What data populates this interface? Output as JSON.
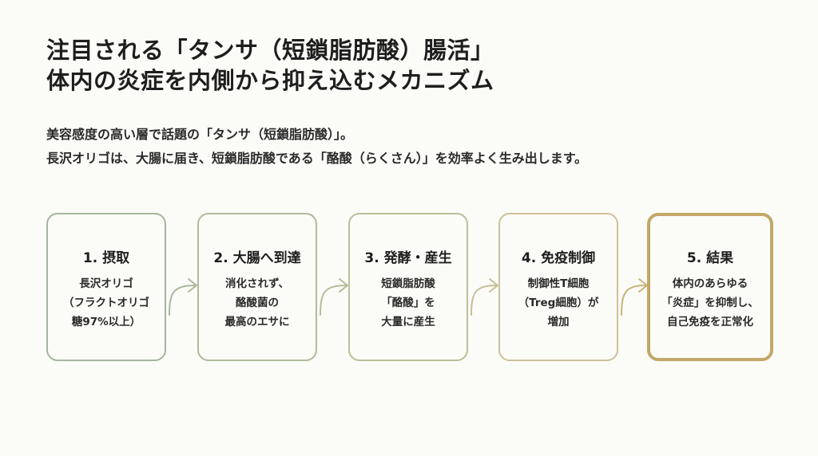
{
  "title": {
    "line1": "注目される「タンサ（短鎖脂肪酸）腸活」",
    "line2": "体内の炎症を内側から抑え込むメカニズム"
  },
  "subtitle": {
    "line1": "美容感度の高い層で話題の「タンサ（短鎖脂肪酸）」。",
    "line2": "長沢オリゴは、大腸に届き、短鎖脂肪酸である「酪酸（らくさん）」を効率よく生み出します。"
  },
  "steps": [
    {
      "title": "1. 摂取",
      "lines": [
        "長沢オリゴ",
        "（フラクトオリゴ",
        "糖97%以上）"
      ]
    },
    {
      "title": "2. 大腸へ到達",
      "lines": [
        "消化されず、",
        "酪酸菌の",
        "最高のエサに"
      ]
    },
    {
      "title": "3. 発酵・産生",
      "lines": [
        "短鎖脂肪酸",
        "「酪酸」を",
        "大量に産生"
      ]
    },
    {
      "title": "4. 免疫制御",
      "lines": [
        "制御性T細胞",
        "（Treg細胞）が",
        "増加"
      ]
    },
    {
      "title": "5. 結果",
      "lines": [
        "体内のあらゆる",
        "「炎症」を抑制し、",
        "自己免疫を正常化"
      ]
    }
  ],
  "colors": {
    "green": "#a4b69e",
    "gold": "#c1a866",
    "background": "#fbfbf8"
  }
}
